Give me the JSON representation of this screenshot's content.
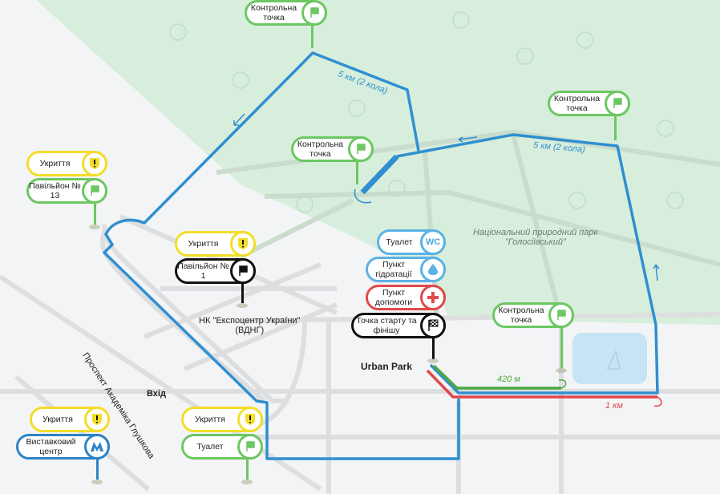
{
  "colors": {
    "route": "#2f8fd0",
    "route_420": "#4caa3f",
    "route_1km": "#e0474c",
    "park": "#d8eedc",
    "urban": "#f3f4f5",
    "lake": "#c6e4f5"
  },
  "labels": {
    "route_5km_a": "5 км (2 кола)",
    "route_5km_b": "5 км (2 кола)",
    "park_line1": "Національний природний парк",
    "park_line2": "\"Голосіївський\"",
    "expo_line1": "НК \"Експоцентр України\"",
    "expo_line2": "(ВДНГ)",
    "urban_park": "Urban Park",
    "entrance": "Вхід",
    "avenue": "Проспект Академіка Глушкова",
    "dist_420": "420 м",
    "dist_1km": "1 км"
  },
  "pins": {
    "cp_top": {
      "label": "Контрольна точка",
      "icon": "flag-icon"
    },
    "cp_right": {
      "label": "Контрольна точка",
      "icon": "flag-icon"
    },
    "cp_mid": {
      "label": "Контрольна точка",
      "icon": "flag-icon"
    },
    "shelter_1": {
      "label": "Укриття",
      "icon": "shield-exclamation-icon"
    },
    "pavilion_13": {
      "label": "Павільйон № 13",
      "icon": "flag-icon"
    },
    "shelter_2": {
      "label": "Укриття",
      "icon": "shield-exclamation-icon"
    },
    "pavilion_1": {
      "label": "Павільйон № 1",
      "icon": "flag-icon"
    },
    "toilet_wc": {
      "label": "Туалет",
      "icon": "WC"
    },
    "hydration": {
      "label": "Пункт гідратації",
      "icon": "drop-icon"
    },
    "first_aid": {
      "label": "Пункт допомоги",
      "icon": "cross-icon"
    },
    "start_finish": {
      "label": "Точка старту та фінішу",
      "icon": "checkered-flag-icon"
    },
    "cp_lake": {
      "label": "Контрольна точка",
      "icon": "flag-icon"
    },
    "shelter_3": {
      "label": "Укриття",
      "icon": "shield-exclamation-icon"
    },
    "metro": {
      "label": "Виставковий центр",
      "icon": "metro-icon"
    },
    "shelter_4": {
      "label": "Укриття",
      "icon": "shield-exclamation-icon"
    },
    "toilet_2": {
      "label": "Туалет",
      "icon": "flag-icon"
    }
  }
}
